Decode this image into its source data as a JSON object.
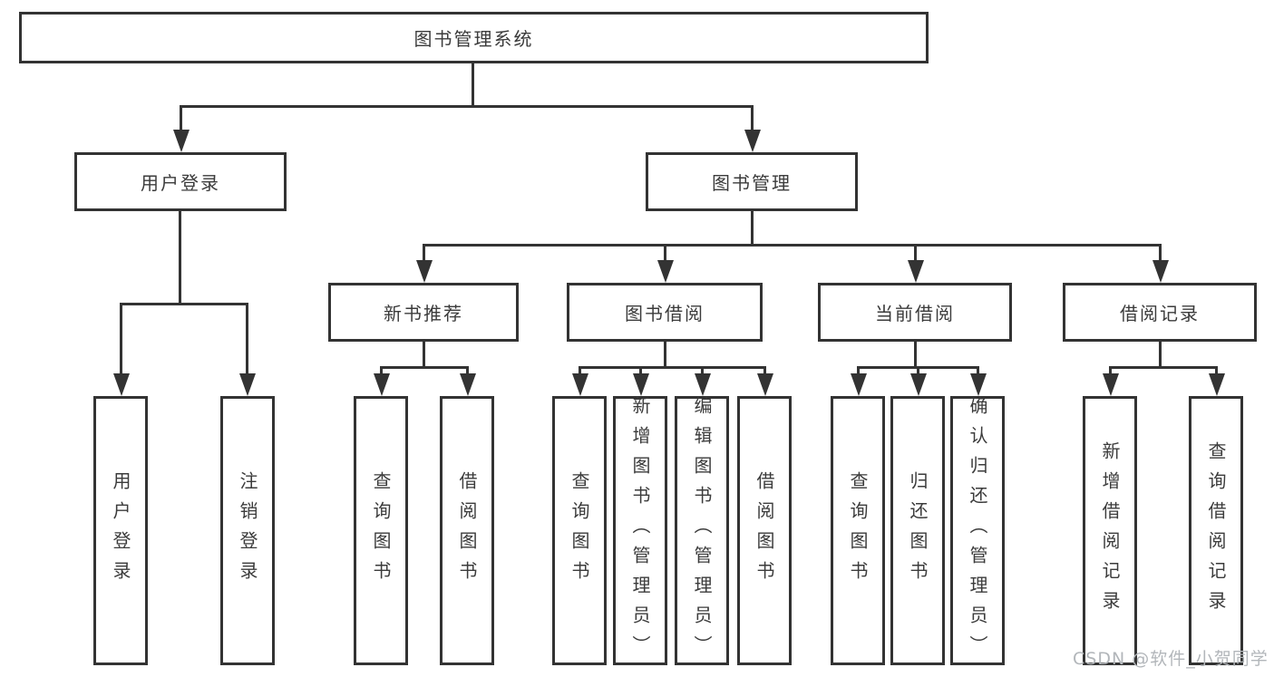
{
  "diagram_type": "tree",
  "tree": {
    "root": {
      "label": "图书管理系统"
    },
    "children": [
      {
        "label": "用户登录",
        "children": [
          {
            "label": "用户登录"
          },
          {
            "label": "注销登录"
          }
        ]
      },
      {
        "label": "图书管理",
        "children": [
          {
            "label": "新书推荐",
            "children": [
              {
                "label": "查询图书"
              },
              {
                "label": "借阅图书"
              }
            ]
          },
          {
            "label": "图书借阅",
            "children": [
              {
                "label": "查询图书"
              },
              {
                "label": "新增图书（管理员）"
              },
              {
                "label": "编辑图书（管理员）"
              },
              {
                "label": "借阅图书"
              }
            ]
          },
          {
            "label": "当前借阅",
            "children": [
              {
                "label": "查询图书"
              },
              {
                "label": "归还图书"
              },
              {
                "label": "确认归还（管理员）"
              }
            ]
          },
          {
            "label": "借阅记录",
            "children": [
              {
                "label": "新增借阅记录"
              },
              {
                "label": "查询借阅记录"
              }
            ]
          }
        ]
      }
    ]
  },
  "watermark": {
    "text": "CSDN @软件_小贺同学",
    "color": "#b2b6ba"
  },
  "colors": {
    "line": "#333333",
    "text": "#3b3b3b",
    "background": "#ffffff"
  }
}
